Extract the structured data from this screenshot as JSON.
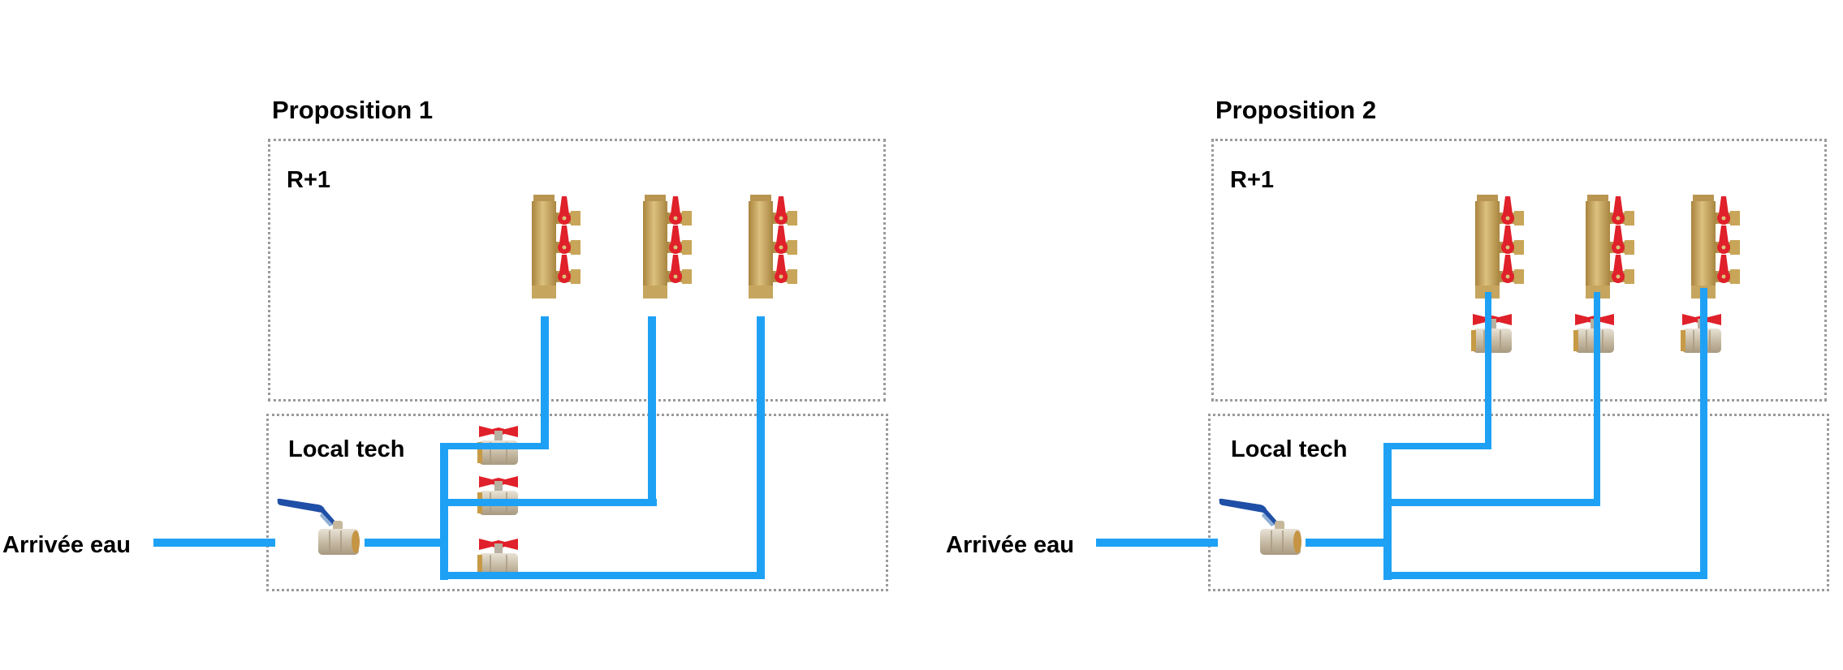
{
  "colors": {
    "pipe": "#1ea1f5",
    "zone_border": "#9a9a9a",
    "valve_handle_main": "#1f4fa6",
    "valve_handle_branch": "#e0202a",
    "manifold_brass": "#c9a45a",
    "valve_body": "#cfc6b6"
  },
  "proposition1": {
    "title": "Proposition 1",
    "upper_zone": {
      "label": "R+1"
    },
    "lower_zone": {
      "label": "Local tech"
    },
    "inlet_label": "Arrivée eau",
    "description": "Branch valves located in the technical room; three manifolds on R+1 fed directly",
    "manifold_count": 3,
    "branch_valve_location": "Local tech",
    "icons": {
      "main_valve": "ball-valve-blue-lever-icon",
      "branch_valve": "ball-valve-red-butterfly-icon",
      "manifold": "brass-manifold-3-outlets-icon"
    }
  },
  "proposition2": {
    "title": "Proposition 2",
    "upper_zone": {
      "label": "R+1"
    },
    "lower_zone": {
      "label": "Local tech"
    },
    "inlet_label": "Arrivée eau",
    "description": "Branch valves located on R+1 directly under each manifold",
    "manifold_count": 3,
    "branch_valve_location": "R+1",
    "icons": {
      "main_valve": "ball-valve-blue-lever-icon",
      "branch_valve": "ball-valve-red-butterfly-icon",
      "manifold": "brass-manifold-3-outlets-icon"
    }
  }
}
